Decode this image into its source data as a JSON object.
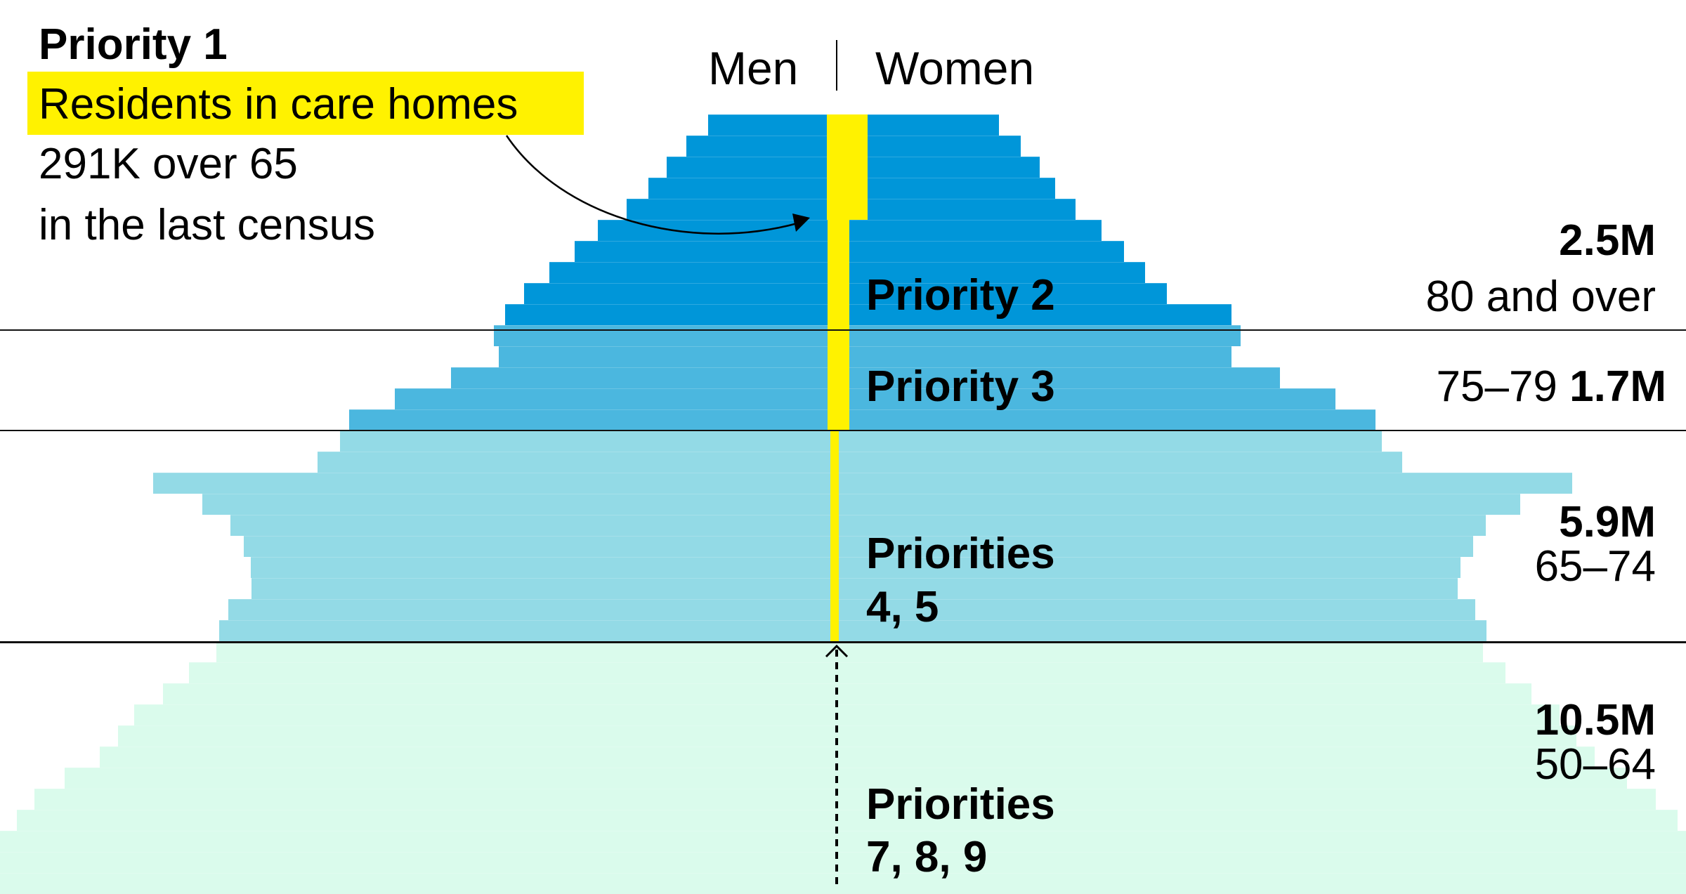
{
  "colors": {
    "priority2": "#0096D9",
    "priority3": "#4BB7DF",
    "priority45": "#93DAE6",
    "priority789": "#DAFBEC",
    "care_homes": "#FFF200",
    "text": "#000000"
  },
  "header": {
    "men_label": "Men",
    "women_label": "Women"
  },
  "annotation": {
    "title": "Priority 1",
    "highlight": "Residents in care homes",
    "line1": "291K over 65",
    "line2": "in the last census"
  },
  "groups": [
    {
      "label": "Priority 2",
      "label_line2": "",
      "total": "2.5M",
      "ages": "80 and over"
    },
    {
      "label": "Priority 3",
      "label_line2": "",
      "total": "1.7M",
      "ages": "75–79"
    },
    {
      "label": "Priorities",
      "label_line2": "4, 5",
      "total": "5.9M",
      "ages": "65–74"
    },
    {
      "label": "Priorities",
      "label_line2": "7, 8, 9",
      "total": "10.5M",
      "ages": "50–64"
    }
  ],
  "chart_data": {
    "type": "bar",
    "subtype": "population-pyramid",
    "title": "",
    "xlabel": "",
    "ylabel": "",
    "legend": [
      "Men",
      "Women"
    ],
    "series_note": "Rows from oldest (top) to youngest (bottom); values are bar extents in pixels from center axis",
    "groups": [
      {
        "name": "Priority 2",
        "ages": "80 and over",
        "total": "2.5M"
      },
      {
        "name": "Priority 3",
        "ages": "75-79",
        "total": "1.7M"
      },
      {
        "name": "Priorities 4, 5",
        "ages": "65-74",
        "total": "5.9M"
      },
      {
        "name": "Priorities 7, 8, 9",
        "ages": "50-64",
        "total": "10.5M"
      }
    ],
    "care_home_residents_over_65": "291K",
    "rows": [
      {
        "group": 0,
        "men": 183,
        "women": 231
      },
      {
        "group": 0,
        "men": 214,
        "women": 262
      },
      {
        "group": 0,
        "men": 242,
        "women": 289
      },
      {
        "group": 0,
        "men": 268,
        "women": 311
      },
      {
        "group": 0,
        "men": 299,
        "women": 340
      },
      {
        "group": 0,
        "men": 340,
        "women": 377
      },
      {
        "group": 0,
        "men": 373,
        "women": 409
      },
      {
        "group": 0,
        "men": 409,
        "women": 439
      },
      {
        "group": 0,
        "men": 445,
        "women": 470
      },
      {
        "group": 0,
        "men": 472,
        "women": 562
      },
      {
        "group": 1,
        "men": 488,
        "women": 575
      },
      {
        "group": 1,
        "men": 481,
        "women": 562
      },
      {
        "group": 1,
        "men": 549,
        "women": 631
      },
      {
        "group": 1,
        "men": 629,
        "women": 710
      },
      {
        "group": 1,
        "men": 694,
        "women": 767
      },
      {
        "group": 2,
        "men": 707,
        "women": 776
      },
      {
        "group": 2,
        "men": 739,
        "women": 805
      },
      {
        "group": 2,
        "men": 973,
        "women": 1047
      },
      {
        "group": 2,
        "men": 903,
        "women": 973
      },
      {
        "group": 2,
        "men": 863,
        "women": 924
      },
      {
        "group": 2,
        "men": 844,
        "women": 906
      },
      {
        "group": 2,
        "men": 834,
        "women": 888
      },
      {
        "group": 2,
        "men": 833,
        "women": 884
      },
      {
        "group": 2,
        "men": 866,
        "women": 909
      },
      {
        "group": 2,
        "men": 879,
        "women": 925
      },
      {
        "group": 3,
        "men": 883,
        "women": 920
      },
      {
        "group": 3,
        "men": 922,
        "women": 952
      },
      {
        "group": 3,
        "men": 959,
        "women": 989
      },
      {
        "group": 3,
        "men": 1000,
        "women": 1029
      },
      {
        "group": 3,
        "men": 1023,
        "women": 1053
      },
      {
        "group": 3,
        "men": 1049,
        "women": 1079
      },
      {
        "group": 3,
        "men": 1099,
        "women": 1125
      },
      {
        "group": 3,
        "men": 1142,
        "women": 1166
      },
      {
        "group": 3,
        "men": 1167,
        "women": 1197
      },
      {
        "group": 3,
        "men": 1191,
        "women": 1209
      },
      {
        "group": 3,
        "men": 1191,
        "women": 1209
      },
      {
        "group": 3,
        "men": 1191,
        "women": 1209
      }
    ]
  }
}
